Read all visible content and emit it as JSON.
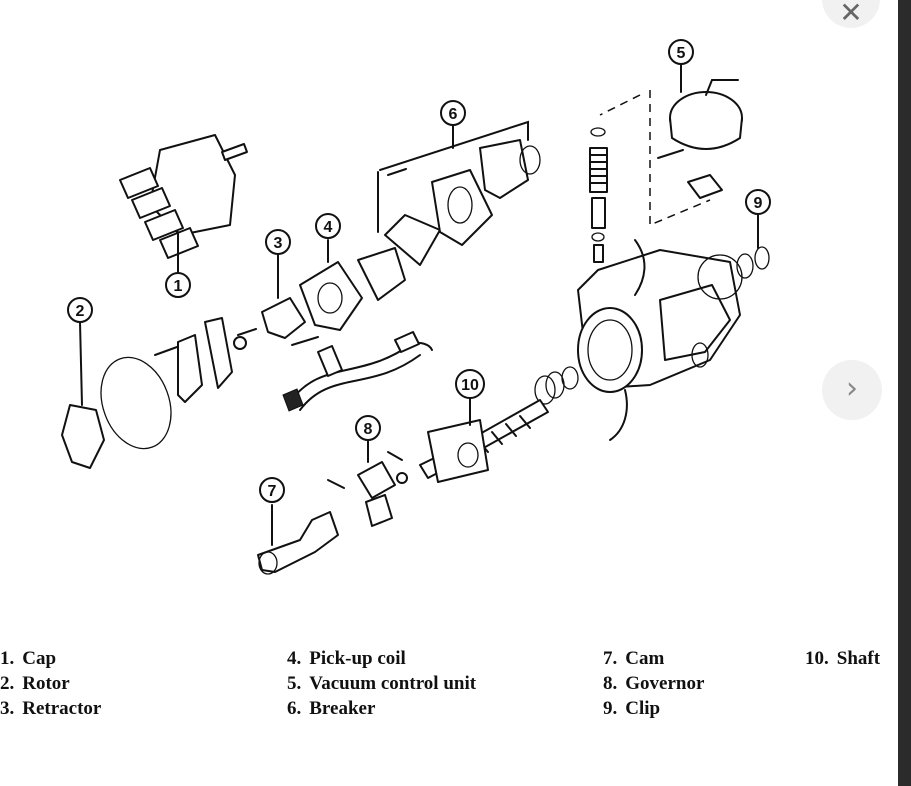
{
  "callouts": [
    "1",
    "2",
    "3",
    "4",
    "5",
    "6",
    "7",
    "8",
    "9",
    "10"
  ],
  "legend": [
    {
      "num": "1.",
      "label": "Cap"
    },
    {
      "num": "2.",
      "label": "Rotor"
    },
    {
      "num": "3.",
      "label": "Retractor"
    },
    {
      "num": "4.",
      "label": "Pick-up coil"
    },
    {
      "num": "5.",
      "label": "Vacuum control unit"
    },
    {
      "num": "6.",
      "label": "Breaker"
    },
    {
      "num": "7.",
      "label": "Cam"
    },
    {
      "num": "8.",
      "label": "Governor"
    },
    {
      "num": "9.",
      "label": "Clip"
    },
    {
      "num": "10.",
      "label": "Shaft"
    }
  ],
  "icons": {
    "close": "close-icon",
    "next": "chevron-right-icon"
  },
  "colors": {
    "ink": "#111111",
    "background": "#ffffff",
    "button": "#f1f1f1"
  }
}
